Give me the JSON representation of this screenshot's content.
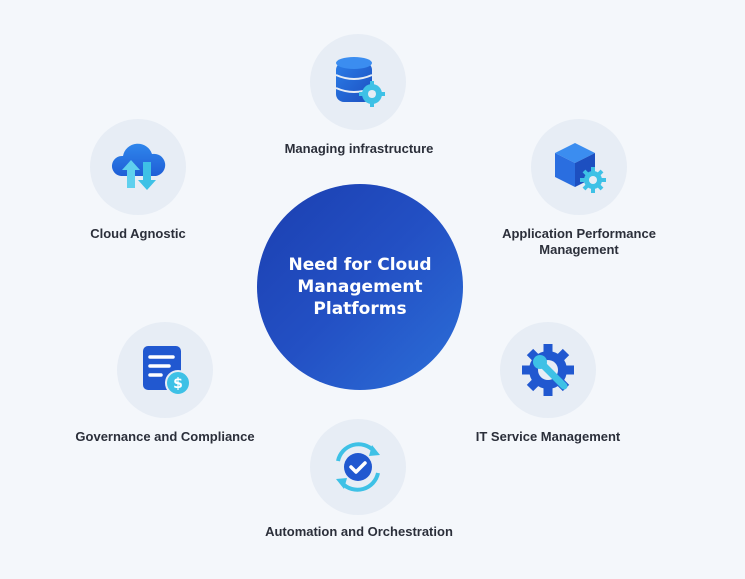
{
  "center": {
    "title": "Need for Cloud Management Platforms"
  },
  "nodes": [
    {
      "label": "Managing infrastructure",
      "icon": "database-gear-icon"
    },
    {
      "label": "Application Performance Management",
      "icon": "cube-gear-icon"
    },
    {
      "label": "IT Service Management",
      "icon": "gear-wrench-icon"
    },
    {
      "label": "Automation and Orchestration",
      "icon": "sync-check-icon"
    },
    {
      "label": "Governance and Compliance",
      "icon": "document-dollar-icon"
    },
    {
      "label": "Cloud Agnostic",
      "icon": "cloud-transfer-icon"
    }
  ],
  "colors": {
    "primary": "#2350c4",
    "accent": "#3ec1e6",
    "node_bg": "#e7edf5"
  }
}
